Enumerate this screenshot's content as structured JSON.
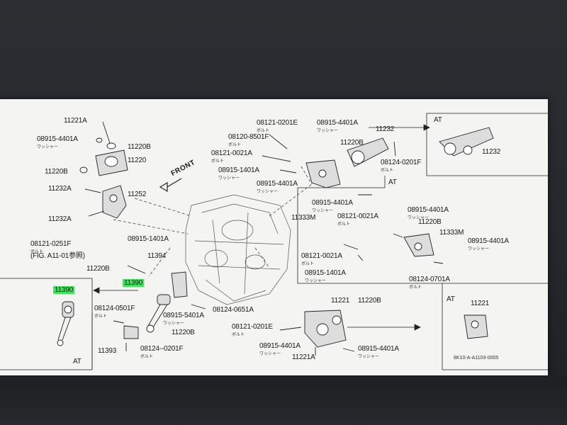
{
  "diagram": {
    "front_label": "FRONT",
    "at_labels": [
      "AT",
      "AT",
      "AT",
      "AT"
    ],
    "sub_labels": {
      "washer": "ワッシャー",
      "bolt": "ボルト"
    },
    "parts": {
      "p11221A_top": "11221A",
      "p08915_4401A_left": "08915-4401A",
      "p11220B_left": "11220B",
      "p11220_left": "11220",
      "p11220B_left2": "11220B",
      "p11232A_left": "11232A",
      "p11252": "11252",
      "p11232A_left2": "11232A",
      "p08121_0251F": "08121-0251F",
      "fig_ref": "(FIG. A11-01参照)",
      "p11394": "11394",
      "p11220B_mid": "11220B",
      "p08915_1401A_mid": "08915-1401A",
      "p11390_left": "11390",
      "p11390_mid": "11390",
      "p08124_0501F": "08124-0501F",
      "p11393": "11393",
      "p11220B_low": "11220B",
      "p08124_0201F_low": "08124--0201F",
      "p08915_5401A": "08915-5401A",
      "p08124_0651A": "08124-0651A",
      "p08121_0201E_top": "08121-0201E",
      "p08915_4401A_top": "08915-4401A",
      "p08120_8501F": "08120-8501F",
      "p08121_0021A_top": "08121-0021A",
      "p08915_1401A_top": "08915-1401A",
      "p08915_4401A_top2": "08915-4401A",
      "p11232": "11232",
      "p11220B_top": "11220B",
      "p08124_0201F_top": "08124-0201F",
      "p11232_right": "11232",
      "p08915_4401A_mid": "08915-4401A",
      "p11333M_mid": "11333M",
      "p08121_0021A_mid": "08121-0021A",
      "p08915_4401A_r1": "08915-4401A",
      "p11220B_r1": "11220B",
      "p11333M_r1": "11333M",
      "p08915_4401A_r2": "08915-4401A",
      "p08121_0021A_r1": "08121-0021A",
      "p08915_1401A_r1": "08915-1401A",
      "p08124_0701A": "08124-0701A",
      "p11221": "11221",
      "p11220B_bot": "11220B",
      "p08121_0201E_bot": "08121-0201E",
      "p08915_4401A_bot": "08915-4401A",
      "p08915_4401A_bot2": "08915-4401A",
      "p11221A_bot": "11221A",
      "p11221_right": "11221",
      "code": "8K10-A-A1103-0005"
    }
  }
}
